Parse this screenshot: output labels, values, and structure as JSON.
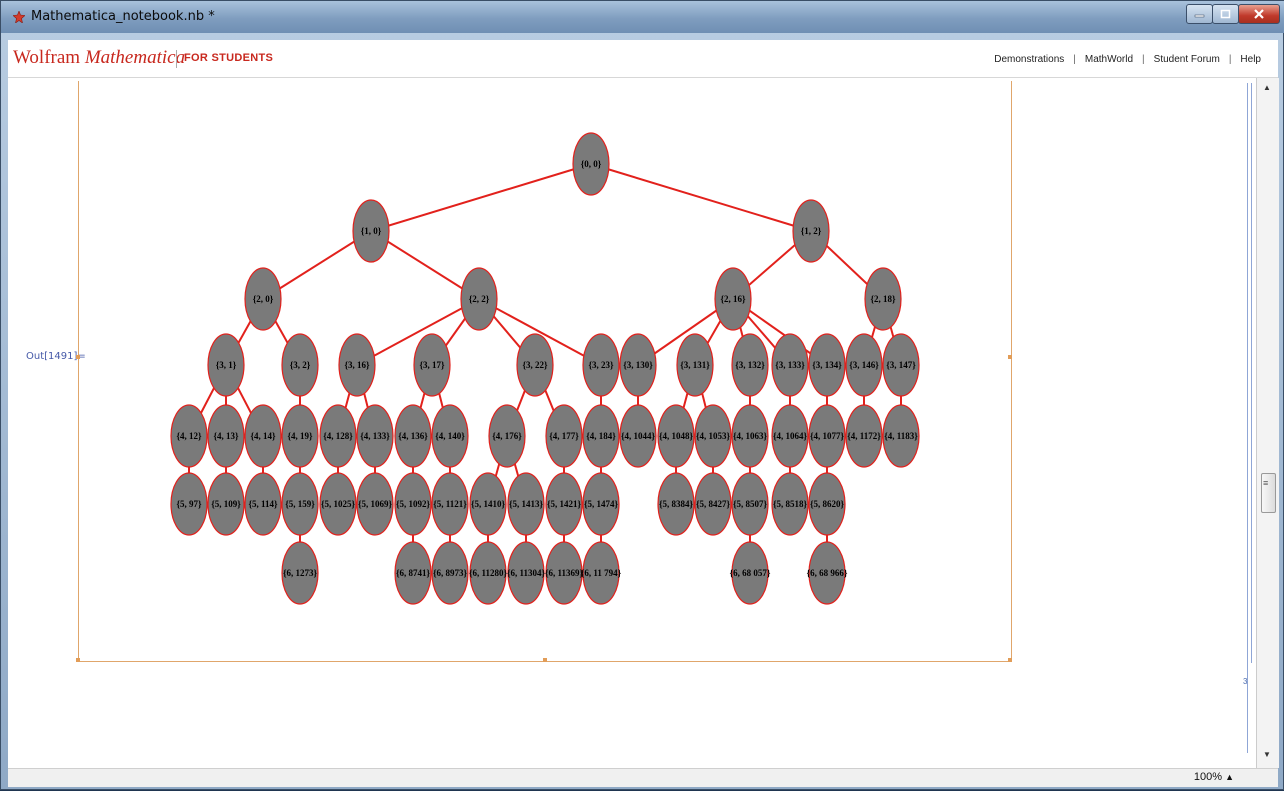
{
  "window": {
    "title": "Mathematica_notebook.nb *"
  },
  "header": {
    "brand_main": "Wolfram",
    "brand_italic": "Mathematica",
    "brand_sub": "FOR STUDENTS",
    "links": [
      "Demonstrations",
      "MathWorld",
      "Student Forum",
      "Help"
    ]
  },
  "notebook": {
    "out_label": "Out[1491]=",
    "cell_tag": "3"
  },
  "statusbar": {
    "zoom": "100%"
  },
  "colors": {
    "node_fill": "#7a7a7a",
    "edge": "#e2211c",
    "brand": "#c8281e",
    "frame": "#e0a66b"
  },
  "tree": {
    "nodes": [
      {
        "id": "n00",
        "label": "{0, 0}"
      },
      {
        "id": "n10",
        "label": "{1, 0}"
      },
      {
        "id": "n12",
        "label": "{1, 2}"
      },
      {
        "id": "n20",
        "label": "{2, 0}"
      },
      {
        "id": "n22",
        "label": "{2, 2}"
      },
      {
        "id": "n216",
        "label": "{2, 16}"
      },
      {
        "id": "n218",
        "label": "{2, 18}"
      },
      {
        "id": "n31",
        "label": "{3, 1}"
      },
      {
        "id": "n32",
        "label": "{3, 2}"
      },
      {
        "id": "n316",
        "label": "{3, 16}"
      },
      {
        "id": "n317",
        "label": "{3, 17}"
      },
      {
        "id": "n322",
        "label": "{3, 22}"
      },
      {
        "id": "n323",
        "label": "{3, 23}"
      },
      {
        "id": "n3130",
        "label": "{3, 130}"
      },
      {
        "id": "n3131",
        "label": "{3, 131}"
      },
      {
        "id": "n3132",
        "label": "{3, 132}"
      },
      {
        "id": "n3133",
        "label": "{3, 133}"
      },
      {
        "id": "n3134",
        "label": "{3, 134}"
      },
      {
        "id": "n3146",
        "label": "{3, 146}"
      },
      {
        "id": "n3147",
        "label": "{3, 147}"
      },
      {
        "id": "n412",
        "label": "{4, 12}"
      },
      {
        "id": "n413",
        "label": "{4, 13}"
      },
      {
        "id": "n414",
        "label": "{4, 14}"
      },
      {
        "id": "n419",
        "label": "{4, 19}"
      },
      {
        "id": "n4128",
        "label": "{4, 128}"
      },
      {
        "id": "n4133",
        "label": "{4, 133}"
      },
      {
        "id": "n4136",
        "label": "{4, 136}"
      },
      {
        "id": "n4140",
        "label": "{4, 140}"
      },
      {
        "id": "n4176",
        "label": "{4, 176}"
      },
      {
        "id": "n4177",
        "label": "{4, 177}"
      },
      {
        "id": "n4184",
        "label": "{4, 184}"
      },
      {
        "id": "n41044",
        "label": "{4, 1044}"
      },
      {
        "id": "n41048",
        "label": "{4, 1048}"
      },
      {
        "id": "n41053",
        "label": "{4, 1053}"
      },
      {
        "id": "n41063",
        "label": "{4, 1063}"
      },
      {
        "id": "n41064",
        "label": "{4, 1064}"
      },
      {
        "id": "n41077",
        "label": "{4, 1077}"
      },
      {
        "id": "n41172",
        "label": "{4, 1172}"
      },
      {
        "id": "n41183",
        "label": "{4, 1183}"
      },
      {
        "id": "n597",
        "label": "{5, 97}"
      },
      {
        "id": "n5109",
        "label": "{5, 109}"
      },
      {
        "id": "n5114",
        "label": "{5, 114}"
      },
      {
        "id": "n5159",
        "label": "{5, 159}"
      },
      {
        "id": "n51025",
        "label": "{5, 1025}"
      },
      {
        "id": "n51069",
        "label": "{5, 1069}"
      },
      {
        "id": "n51092",
        "label": "{5, 1092}"
      },
      {
        "id": "n51121",
        "label": "{5, 1121}"
      },
      {
        "id": "n51410",
        "label": "{5, 1410}"
      },
      {
        "id": "n51413",
        "label": "{5, 1413}"
      },
      {
        "id": "n51421",
        "label": "{5, 1421}"
      },
      {
        "id": "n51474",
        "label": "{5, 1474}"
      },
      {
        "id": "n58384",
        "label": "{5, 8384}"
      },
      {
        "id": "n58427",
        "label": "{5, 8427}"
      },
      {
        "id": "n58507",
        "label": "{5, 8507}"
      },
      {
        "id": "n58518",
        "label": "{5, 8518}"
      },
      {
        "id": "n58620",
        "label": "{5, 8620}"
      },
      {
        "id": "n61273",
        "label": "{6, 1273}"
      },
      {
        "id": "n68741",
        "label": "{6, 8741}"
      },
      {
        "id": "n68973",
        "label": "{6, 8973}"
      },
      {
        "id": "n611280",
        "label": "{6, 11280}"
      },
      {
        "id": "n611304",
        "label": "{6, 11304}"
      },
      {
        "id": "n611369",
        "label": "{6, 11369}"
      },
      {
        "id": "n611794",
        "label": "{6, 11 794}"
      },
      {
        "id": "n668057",
        "label": "{6, 68 057}"
      },
      {
        "id": "n668966",
        "label": "{6, 68 966}"
      }
    ],
    "edges": [
      [
        "n00",
        "n10"
      ],
      [
        "n00",
        "n12"
      ],
      [
        "n10",
        "n20"
      ],
      [
        "n10",
        "n22"
      ],
      [
        "n12",
        "n216"
      ],
      [
        "n12",
        "n218"
      ],
      [
        "n20",
        "n31"
      ],
      [
        "n20",
        "n32"
      ],
      [
        "n22",
        "n316"
      ],
      [
        "n22",
        "n317"
      ],
      [
        "n22",
        "n322"
      ],
      [
        "n22",
        "n323"
      ],
      [
        "n216",
        "n3130"
      ],
      [
        "n216",
        "n3131"
      ],
      [
        "n216",
        "n3132"
      ],
      [
        "n216",
        "n3133"
      ],
      [
        "n216",
        "n3134"
      ],
      [
        "n218",
        "n3146"
      ],
      [
        "n218",
        "n3147"
      ],
      [
        "n31",
        "n412"
      ],
      [
        "n31",
        "n413"
      ],
      [
        "n31",
        "n414"
      ],
      [
        "n32",
        "n419"
      ],
      [
        "n316",
        "n4128"
      ],
      [
        "n316",
        "n4133"
      ],
      [
        "n317",
        "n4136"
      ],
      [
        "n317",
        "n4140"
      ],
      [
        "n322",
        "n4176"
      ],
      [
        "n322",
        "n4177"
      ],
      [
        "n323",
        "n4184"
      ],
      [
        "n3130",
        "n41044"
      ],
      [
        "n3131",
        "n41048"
      ],
      [
        "n3131",
        "n41053"
      ],
      [
        "n3132",
        "n41063"
      ],
      [
        "n3133",
        "n41064"
      ],
      [
        "n3134",
        "n41077"
      ],
      [
        "n3146",
        "n41172"
      ],
      [
        "n3147",
        "n41183"
      ],
      [
        "n412",
        "n597"
      ],
      [
        "n413",
        "n5109"
      ],
      [
        "n414",
        "n5114"
      ],
      [
        "n419",
        "n5159"
      ],
      [
        "n4128",
        "n51025"
      ],
      [
        "n4133",
        "n51069"
      ],
      [
        "n4136",
        "n51092"
      ],
      [
        "n4140",
        "n51121"
      ],
      [
        "n4176",
        "n51410"
      ],
      [
        "n4176",
        "n51413"
      ],
      [
        "n4177",
        "n51421"
      ],
      [
        "n4184",
        "n51474"
      ],
      [
        "n41048",
        "n58384"
      ],
      [
        "n41053",
        "n58427"
      ],
      [
        "n41063",
        "n58507"
      ],
      [
        "n41064",
        "n58518"
      ],
      [
        "n41077",
        "n58620"
      ],
      [
        "n5159",
        "n61273"
      ],
      [
        "n51092",
        "n68741"
      ],
      [
        "n51121",
        "n68973"
      ],
      [
        "n51410",
        "n611280"
      ],
      [
        "n51413",
        "n611304"
      ],
      [
        "n51421",
        "n611369"
      ],
      [
        "n51474",
        "n611794"
      ],
      [
        "n58507",
        "n668057"
      ],
      [
        "n58620",
        "n668966"
      ]
    ]
  }
}
